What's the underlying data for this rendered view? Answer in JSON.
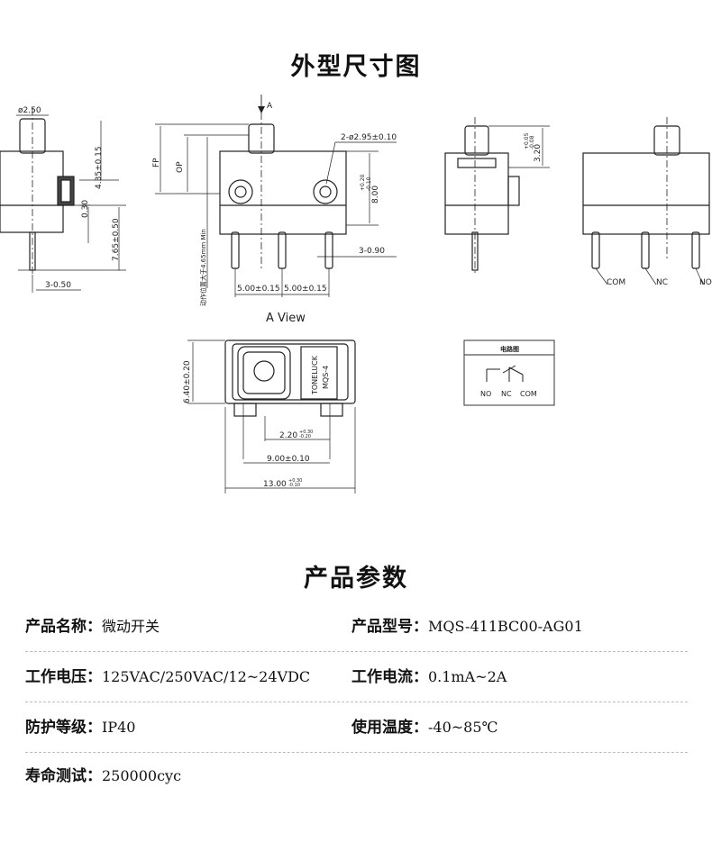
{
  "titles": {
    "dimension": "外型尺寸图",
    "params": "产品参数"
  },
  "diagram": {
    "side_left": {
      "pin_dia": "ø2.50",
      "h1": "4.35±0.15",
      "h2": "0.30",
      "h3": "7.65±0.50",
      "pin_off": "3-0.50"
    },
    "front": {
      "arrow_a": "A",
      "fp": "FP",
      "op": "OP",
      "holes": "2-ø2.95±0.10",
      "height": "8.00",
      "height_tol_up": "+0.20",
      "height_tol_dn": "-0.10",
      "travel_note": "动作位置大于4.65mm Min",
      "pin_w": "3-0.90",
      "pitch1": "5.00±0.15",
      "pitch2": "5.00±0.15"
    },
    "side_right": {
      "act": "3.20",
      "act_tol_up": "+0.05",
      "act_tol_dn": "-0.08"
    },
    "back": {
      "com": "COM",
      "nc": "NC",
      "no": "NO"
    },
    "a_view": {
      "title": "A  View",
      "height": "6.40±0.20",
      "brand": "TONELUCK",
      "model": "MQS-4",
      "d1": "2.20",
      "d1_tol_up": "+0.30",
      "d1_tol_dn": "-0.20",
      "d2": "9.00±0.10",
      "d3": "13.00",
      "d3_tol_up": "+0.30",
      "d3_tol_dn": "-0.10"
    },
    "circuit": {
      "title": "电路图",
      "no": "NO",
      "nc": "NC",
      "com": "COM"
    }
  },
  "specs": [
    {
      "label": "产品名称：",
      "value": "微动开关",
      "label2": "产品型号：",
      "value2": "MQS-411BC00-AG01"
    },
    {
      "label": "工作电压：",
      "value": "125VAC/250VAC/12~24VDC",
      "label2": "工作电流：",
      "value2": "0.1mA~2A"
    },
    {
      "label": "防护等级：",
      "value": "IP40",
      "label2": "使用温度：",
      "value2": "-40~85℃"
    },
    {
      "label": "寿命测试：",
      "value": "250000cyc"
    }
  ]
}
